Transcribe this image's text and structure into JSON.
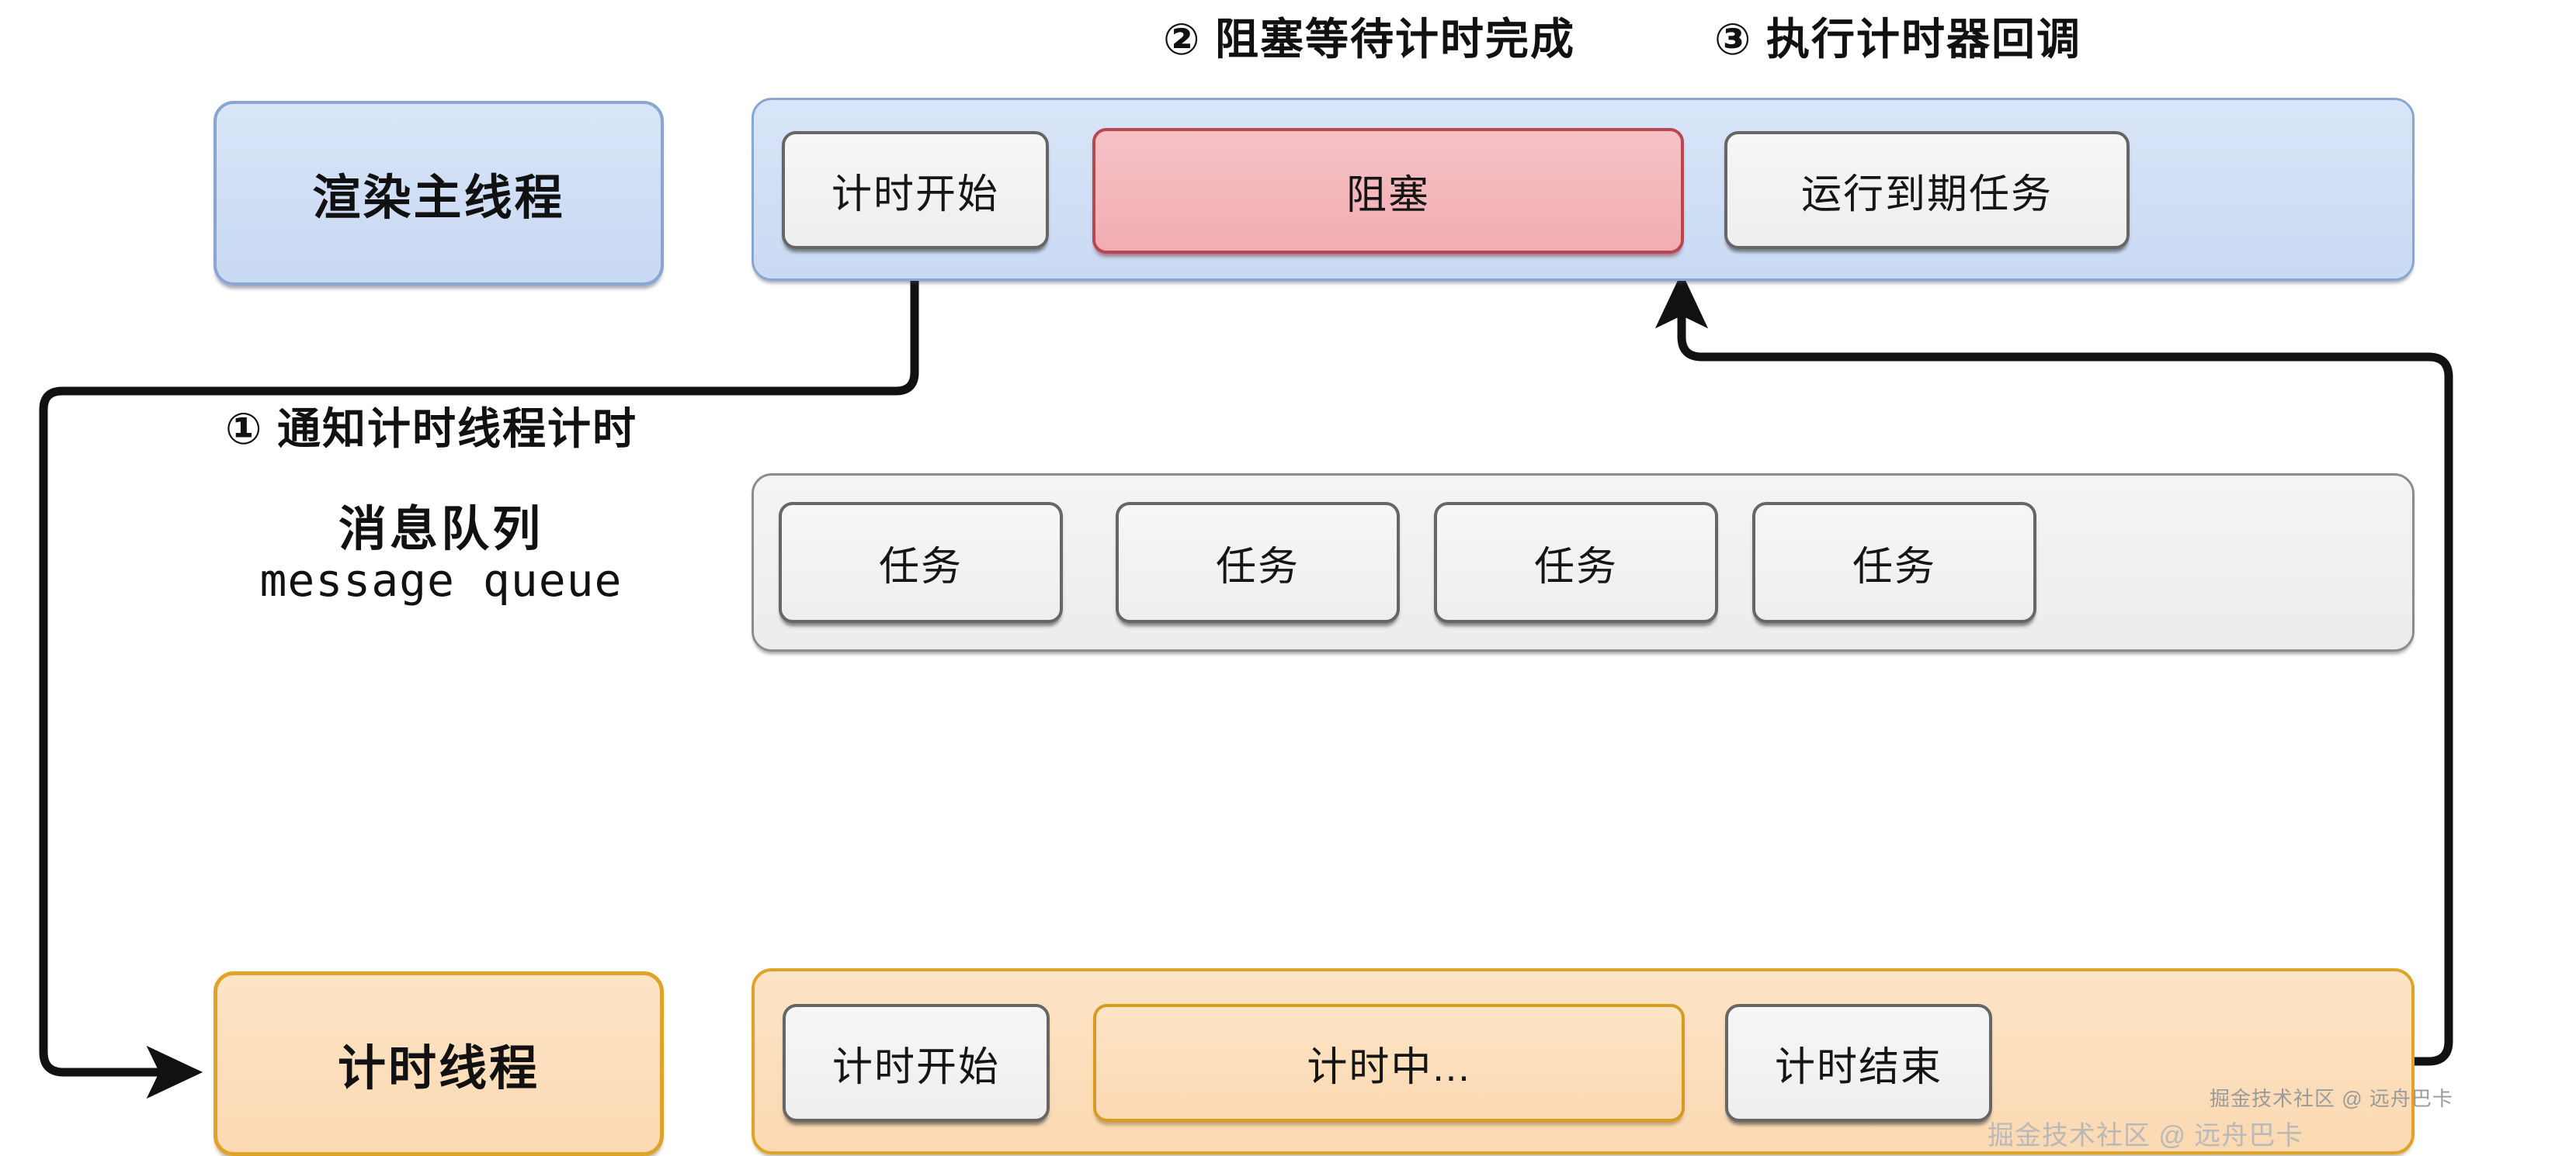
{
  "diagram": {
    "title": "Browser timer threading diagram",
    "colors": {
      "main_thread_fill": "#ccdcf5",
      "main_thread_border": "#8aa6d0",
      "timer_thread_fill": "#fce0be",
      "timer_thread_border": "#e0a32a",
      "blocked_fill": "#f2b8bc",
      "blocked_border": "#b8474f",
      "chip_fill": "#f1f1f1",
      "chip_border": "#666666",
      "queue_fill": "#efefef",
      "queue_border": "#8c8c8c",
      "wire": "#111111"
    },
    "annotations": [
      {
        "id": "step1",
        "text": "① 通知计时线程计时"
      },
      {
        "id": "step2",
        "text": "② 阻塞等待计时完成"
      },
      {
        "id": "step3",
        "text": "③ 执行计时器回调"
      }
    ],
    "main_thread": {
      "label": "渲染主线程",
      "segments": [
        {
          "id": "timer-start",
          "text": "计时开始",
          "style": "grey"
        },
        {
          "id": "blocked",
          "text": "阻塞",
          "style": "red"
        },
        {
          "id": "run-due-task",
          "text": "运行到期任务",
          "style": "grey"
        }
      ]
    },
    "message_queue": {
      "title_cn": "消息队列",
      "title_en": "message queue",
      "tasks": [
        {
          "text": "任务"
        },
        {
          "text": "任务"
        },
        {
          "text": "任务"
        },
        {
          "text": "任务"
        }
      ]
    },
    "timer_thread": {
      "label": "计时线程",
      "segments": [
        {
          "id": "timer-start",
          "text": "计时开始",
          "style": "grey"
        },
        {
          "id": "timing",
          "text": "计时中...",
          "style": "orange"
        },
        {
          "id": "timer-end",
          "text": "计时结束",
          "style": "grey"
        }
      ]
    },
    "watermark": {
      "primary": "掘金技术社区 @ 远舟巴卡",
      "secondary": "掘金技术社区 @ 远舟巴卡"
    }
  }
}
